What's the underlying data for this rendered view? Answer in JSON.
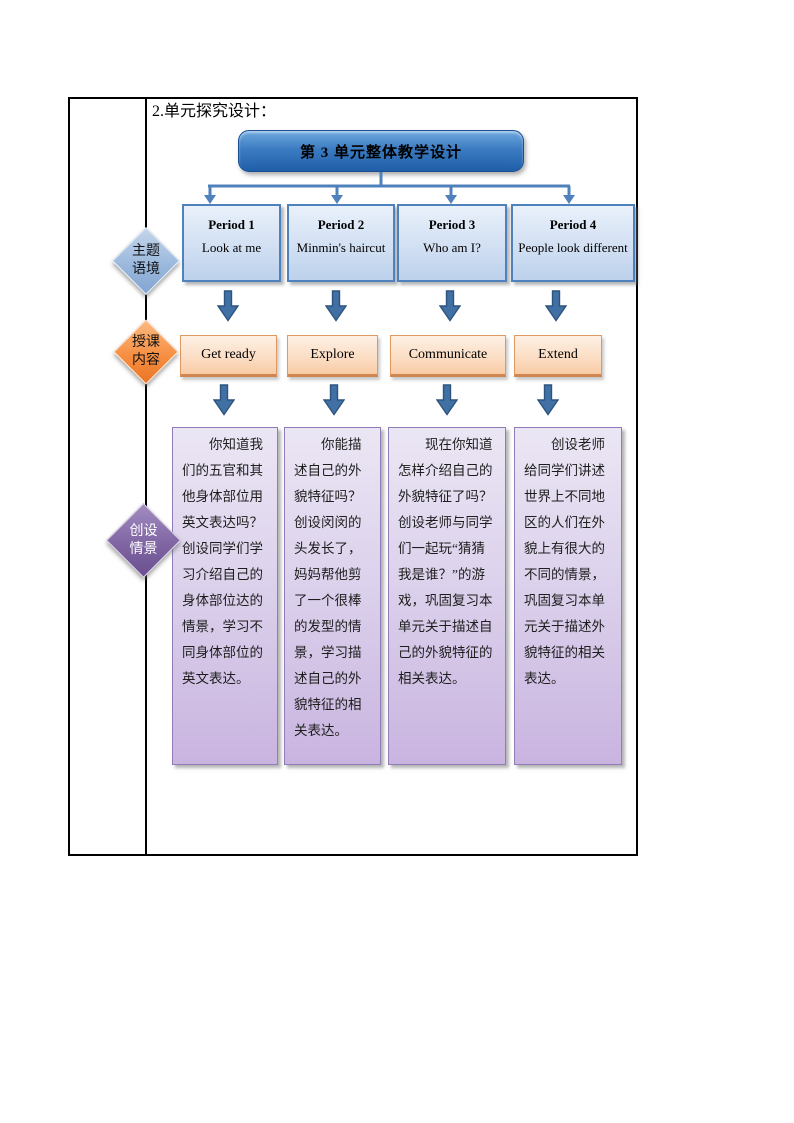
{
  "page": {
    "section_label": "2.单元探究设计："
  },
  "flowchart": {
    "title": "第 3 单元整体教学设计",
    "rows": [
      {
        "label": {
          "line1": "主题",
          "line2": "语境"
        },
        "items": [
          {
            "title": "Period 1",
            "subtitle": "Look at me"
          },
          {
            "title": "Period 2",
            "subtitle": "Minmin's haircut"
          },
          {
            "title": "Period 3",
            "subtitle": "Who am I?"
          },
          {
            "title": "Period 4",
            "subtitle": "People look different"
          }
        ]
      },
      {
        "label": {
          "line1": "授课",
          "line2": "内容"
        },
        "items": [
          "Get ready",
          "Explore",
          "Communicate",
          "Extend"
        ]
      },
      {
        "label": {
          "line1": "创设",
          "line2": "情景"
        },
        "items": [
          "你知道我们的五官和其他身体部位用英文表达吗？创设同学们学习介绍自己的身体部位达的情景，学习不同身体部位的英文表达。",
          "你能描述自己的外貌特征吗？创设闵闵的头发长了，妈妈帮他剪了一个很棒的发型的情景，学习描述自己的外貌特征的相关表达。",
          "现在你知道怎样介绍自己的外貌特征了吗？创设老师与同学们一起玩“猜猜我是谁？”的游戏，巩固复习本单元关于描述自己的外貌特征的相关表达。",
          "创设老师给同学们讲述世界上不同地区的人们在外貌上有很大的不同的情景，巩固复习本单元关于描述外貌特征的相关表达。"
        ]
      }
    ]
  },
  "palette": {
    "banner_blue": "#2e6fb0",
    "connector_blue": "#4f81bd",
    "period_box_fill": "#d2e0f3",
    "period_box_border": "#4f81bd",
    "stage_box_fill": "#fbdcc2",
    "stage_box_border": "#dd9a62",
    "scenario_box_fill": "#d5c4e6",
    "scenario_box_border": "#8f7cb8",
    "theme_diamond_blue": "#95b3d7",
    "stage_diamond_orange": "#f68c3f",
    "scenario_diamond_purple": "#7d62a0",
    "block_arrow_blue": "#4170a4",
    "table_border": "#000000"
  }
}
